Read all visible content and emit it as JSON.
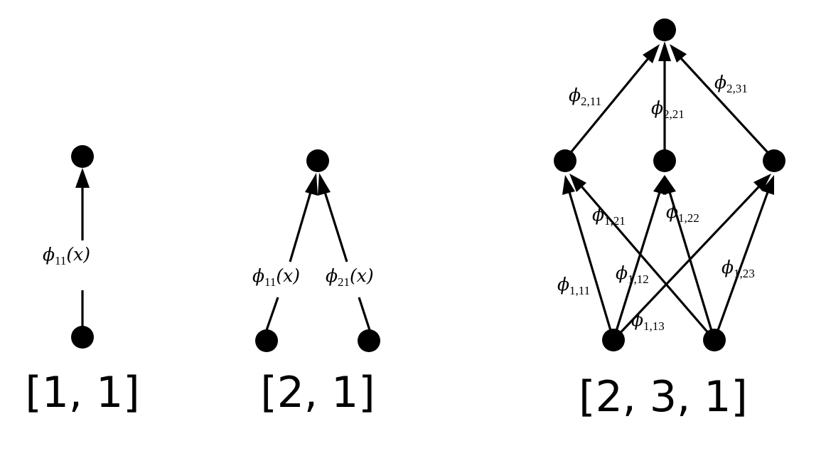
{
  "networks": [
    {
      "shape_label": "[1, 1]",
      "edge_labels": [
        {
          "symbol": "ϕ",
          "subscript": "11",
          "suffix": "(x)"
        }
      ]
    },
    {
      "shape_label": "[2, 1]",
      "edge_labels": [
        {
          "symbol": "ϕ",
          "subscript": "11",
          "suffix": "(x)"
        },
        {
          "symbol": "ϕ",
          "subscript": "21",
          "suffix": "(x)"
        }
      ]
    },
    {
      "shape_label": "[2, 3, 1]",
      "edge_labels": [
        {
          "symbol": "ϕ",
          "subscript": "2,11",
          "suffix": ""
        },
        {
          "symbol": "ϕ",
          "subscript": "2,21",
          "suffix": ""
        },
        {
          "symbol": "ϕ",
          "subscript": "2,31",
          "suffix": ""
        },
        {
          "symbol": "ϕ",
          "subscript": "1,21",
          "suffix": ""
        },
        {
          "symbol": "ϕ",
          "subscript": "1,22",
          "suffix": ""
        },
        {
          "symbol": "ϕ",
          "subscript": "1,11",
          "suffix": ""
        },
        {
          "symbol": "ϕ",
          "subscript": "1,12",
          "suffix": ""
        },
        {
          "symbol": "ϕ",
          "subscript": "1,23",
          "suffix": ""
        },
        {
          "symbol": "ϕ",
          "subscript": "1,13",
          "suffix": ""
        }
      ]
    }
  ]
}
